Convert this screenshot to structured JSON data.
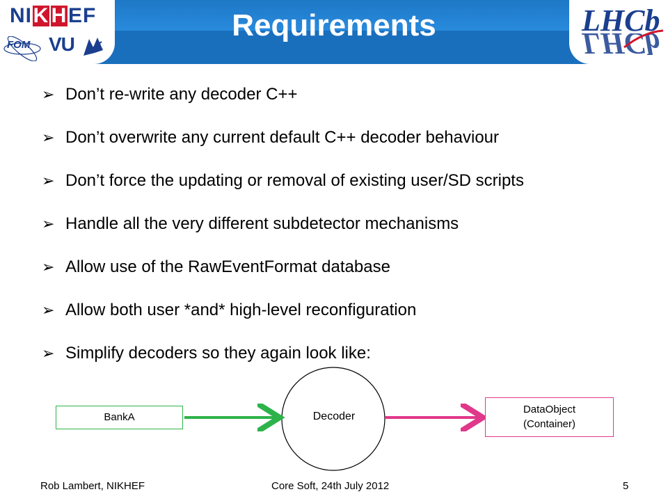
{
  "header": {
    "title": "Requirements",
    "logo_left": {
      "nikhef_parts": [
        "NI",
        "K",
        "H",
        "EF"
      ],
      "fom": "FOM",
      "vu": "VU"
    },
    "logo_right": {
      "text": "LHCb"
    }
  },
  "bullets": [
    "Don’t re-write any decoder C++",
    "Don’t overwrite any current default C++ decoder behaviour",
    "Don’t force the updating or removal of existing user/SD scripts",
    "Handle all the very different subdetector mechanisms",
    "Allow use of the RawEventFormat database",
    "Allow both user *and* high-level reconfiguration",
    "Simplify decoders so they again look like:"
  ],
  "diagram": {
    "input_box": "BankA",
    "decoder": "Decoder",
    "output_box_line1": "DataObject",
    "output_box_line2": "(Container)",
    "colors": {
      "input_arrow": "#2db34a",
      "output_arrow": "#e0388a"
    }
  },
  "footer": {
    "author": "Rob Lambert, NIKHEF",
    "event": "Core Soft, 24th July 2012",
    "page": "5"
  },
  "colors": {
    "header_blue": "#1e78c6",
    "logo_navy": "#1b3f8f",
    "nikhef_red": "#d0162c"
  }
}
